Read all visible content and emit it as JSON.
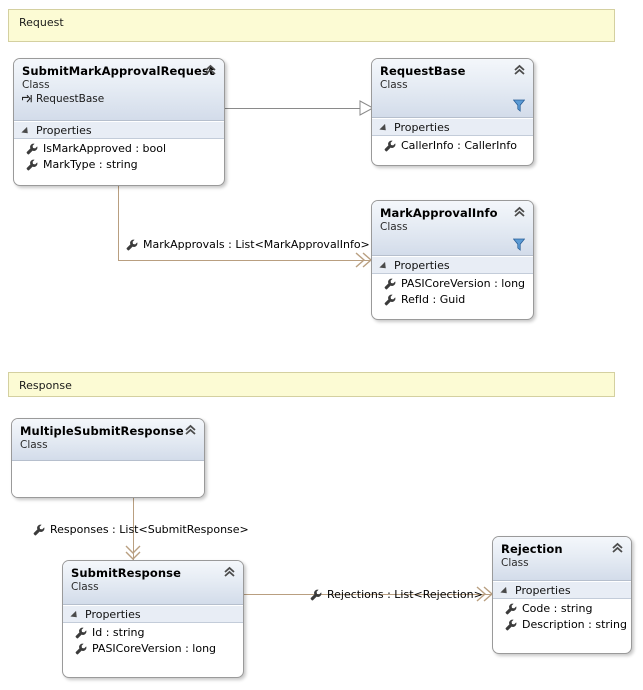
{
  "diagram": {
    "type": "uml-class-diagram",
    "background": "#ffffff",
    "connector_color": "#B99F80",
    "inheritance_color": "#8a8a8a",
    "banner_fill": "#FCFBD4",
    "banner_border": "#D4D0A0",
    "header_gradient_top": "#f4f7fb",
    "header_gradient_bottom": "#d3dcea",
    "compartment_fill": "#e8edf5"
  },
  "banners": [
    {
      "name": "request-banner",
      "label": "Request"
    },
    {
      "name": "response-banner",
      "label": "Response"
    }
  ],
  "classes": {
    "submit_mark_approval_request": {
      "title": "SubmitMarkApprovalRequest",
      "stereotype": "Class",
      "base": "RequestBase",
      "compartment": "Properties",
      "members": [
        "IsMarkApproved : bool",
        "MarkType : string"
      ],
      "has_filter_icon": false
    },
    "request_base": {
      "title": "RequestBase",
      "stereotype": "Class",
      "compartment": "Properties",
      "members": [
        "CallerInfo : CallerInfo"
      ],
      "has_filter_icon": true
    },
    "mark_approval_info": {
      "title": "MarkApprovalInfo",
      "stereotype": "Class",
      "compartment": "Properties",
      "members": [
        "PASICoreVersion : long",
        "RefId : Guid"
      ],
      "has_filter_icon": true
    },
    "multiple_submit_response": {
      "title": "MultipleSubmitResponse",
      "stereotype": "Class",
      "members": [],
      "has_filter_icon": false
    },
    "submit_response": {
      "title": "SubmitResponse",
      "stereotype": "Class",
      "compartment": "Properties",
      "members": [
        "Id : string",
        "PASICoreVersion : long"
      ],
      "has_filter_icon": false
    },
    "rejection": {
      "title": "Rejection",
      "stereotype": "Class",
      "compartment": "Properties",
      "members": [
        "Code : string",
        "Description : string"
      ],
      "has_filter_icon": false
    }
  },
  "associations": [
    {
      "name": "mark-approvals",
      "label": "MarkApprovals : List<MarkApprovalInfo>"
    },
    {
      "name": "responses",
      "label": "Responses : List<SubmitResponse>"
    },
    {
      "name": "rejections",
      "label": "Rejections : List<Rejection>"
    }
  ],
  "icons": {
    "collapse": "chevron-up-icon",
    "filter": "funnel-icon",
    "property": "wrench-icon",
    "inheritance": "inherit-arrow-icon",
    "compartment_toggle": "triangle-collapse-icon"
  }
}
